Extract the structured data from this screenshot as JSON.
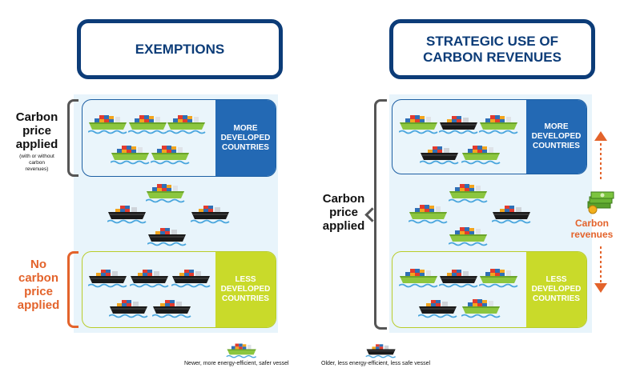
{
  "left": {
    "title": "EXEMPTIONS",
    "top_label": "Carbon\nprice\napplied",
    "top_note": "(with or without\ncarbon\nrevenues)",
    "bottom_label": "No\ncarbon\nprice\napplied",
    "more_tag": "MORE\nDEVELOPED\nCOUNTRIES",
    "less_tag": "LESS\nDEVELOPED\nCOUNTRIES"
  },
  "right": {
    "title": "STRATEGIC USE OF\nCARBON REVENUES",
    "side_label": "Carbon\nprice\napplied",
    "more_tag": "MORE\nDEVELOPED\nCOUNTRIES",
    "less_tag": "LESS\nDEVELOPED\nCOUNTRIES",
    "revenues_label": "Carbon\nrevenues"
  },
  "legend": {
    "green": "Newer, more energy-efficient, safer vessel",
    "black": "Older, less energy-efficient, less safe vessel"
  },
  "colors": {
    "navy": "#0c3c78",
    "more_blue": "#2369b4",
    "less_green": "#c9da2a",
    "orange": "#e3632b",
    "ship_green": "#8cc63f",
    "ship_black": "#1a1a1a"
  }
}
